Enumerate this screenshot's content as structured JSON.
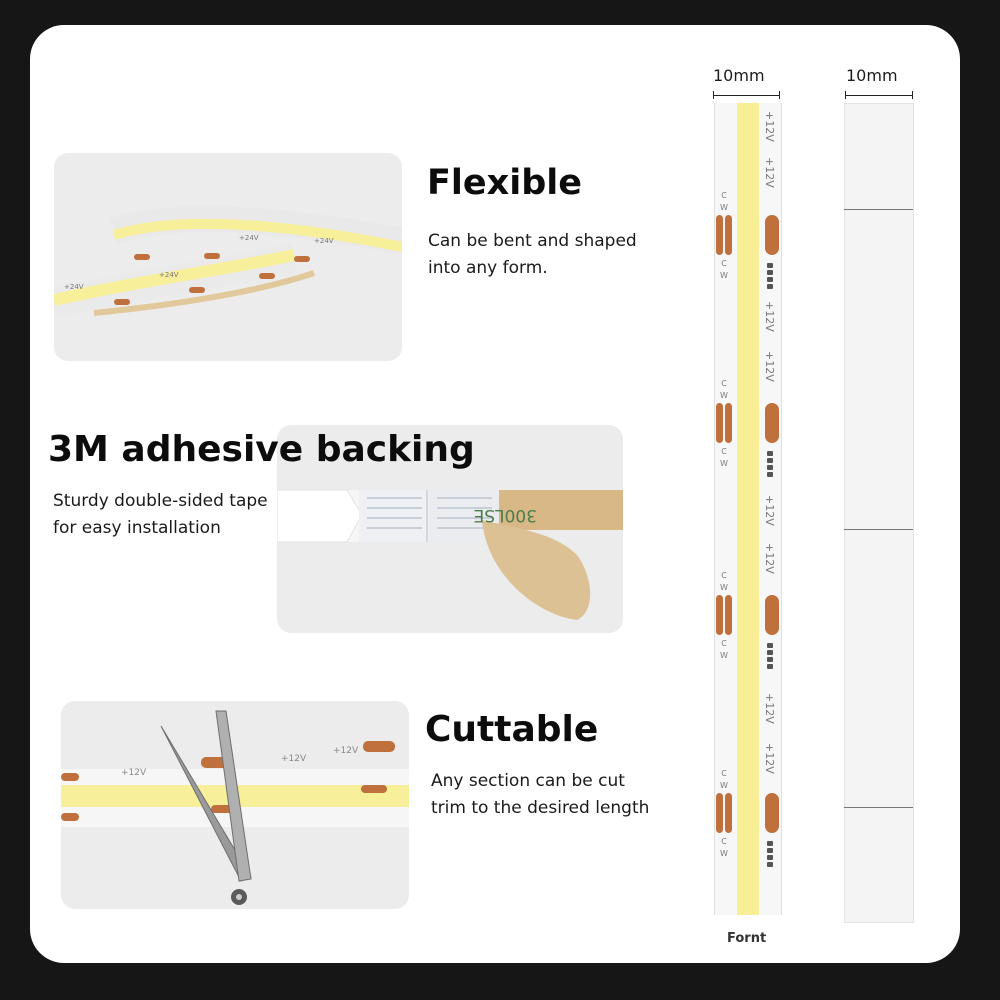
{
  "features": {
    "flexible": {
      "title": "Flexible",
      "line1": "Can be bent and shaped",
      "line2": "into any form."
    },
    "adhesive": {
      "title": "3M adhesive backing",
      "line1": "Sturdy double-sided tape",
      "line2": "for easy installation"
    },
    "cuttable": {
      "title": "Cuttable",
      "line1": "Any section can be cut",
      "line2": "trim to the desired length"
    }
  },
  "photo_prints": {
    "flex_voltage": "+24V",
    "cut_voltage": "+12V",
    "tape_text": "300LSE"
  },
  "diagram": {
    "front_width": "10mm",
    "back_width": "10mm",
    "front_caption": "Fornt",
    "strip_voltage": "+12V",
    "pad_label_c": "C",
    "pad_label_w": "W"
  },
  "colors": {
    "page_background": "#161616",
    "card": "#ffffff",
    "led_yellow": "#f7ee96",
    "copper_pad": "#c0703c",
    "tape_tan": "#d9b888"
  }
}
